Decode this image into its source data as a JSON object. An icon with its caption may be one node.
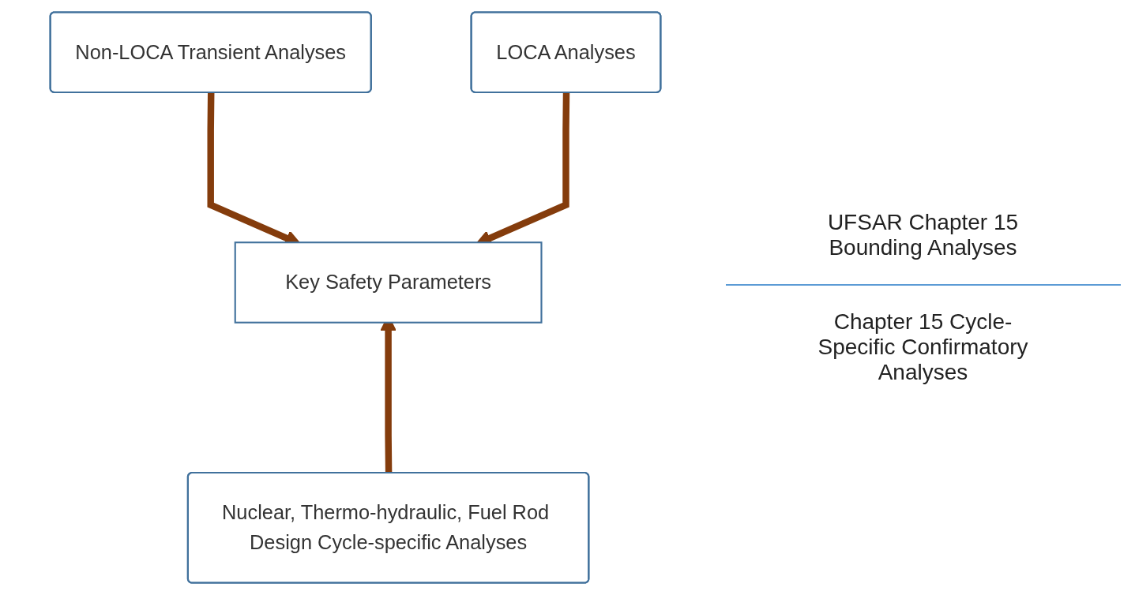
{
  "diagram": {
    "nodes": [
      {
        "text": [
          "Non-LOCA Transient Analyses"
        ]
      },
      {
        "text": [
          "LOCA Analyses"
        ]
      },
      {
        "text": [
          "Key Safety Parameters"
        ]
      },
      {
        "text": [
          "Nuclear, Thermo-hydraulic, Fuel Rod Design Cycle-specific Analyses"
        ]
      }
    ],
    "edges": [
      {
        "from": 0,
        "to": 2,
        "arrow": "to"
      },
      {
        "from": 1,
        "to": 2,
        "arrow": "to"
      },
      {
        "from": 3,
        "to": 2,
        "arrow": "to"
      }
    ],
    "labels": [
      "UFSAR Chapter 15 Bounding Analyses",
      "Chapter 15 Cycle-Specific Confirmatory Analyses"
    ]
  }
}
